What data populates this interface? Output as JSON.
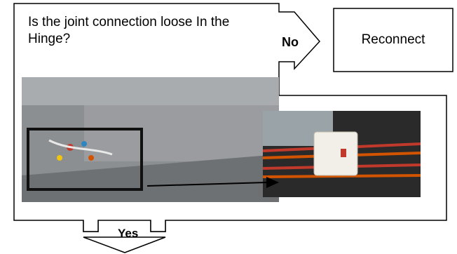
{
  "diagram": {
    "question": "Is the joint connection loose In the Hinge?",
    "no_label": "No",
    "result_no": "Reconnect",
    "yes_label": "Yes"
  },
  "photos": {
    "hinge_photo": "hinge area with wire harness, highlighted region",
    "connector_photo": "white connector with red and orange wires"
  },
  "colors": {
    "stroke": "#000000",
    "fill": "#ffffff",
    "photo_base": "#8c8f92",
    "wire_red": "#c0392b",
    "wire_orange": "#d35400",
    "connector": "#f2efe8"
  }
}
